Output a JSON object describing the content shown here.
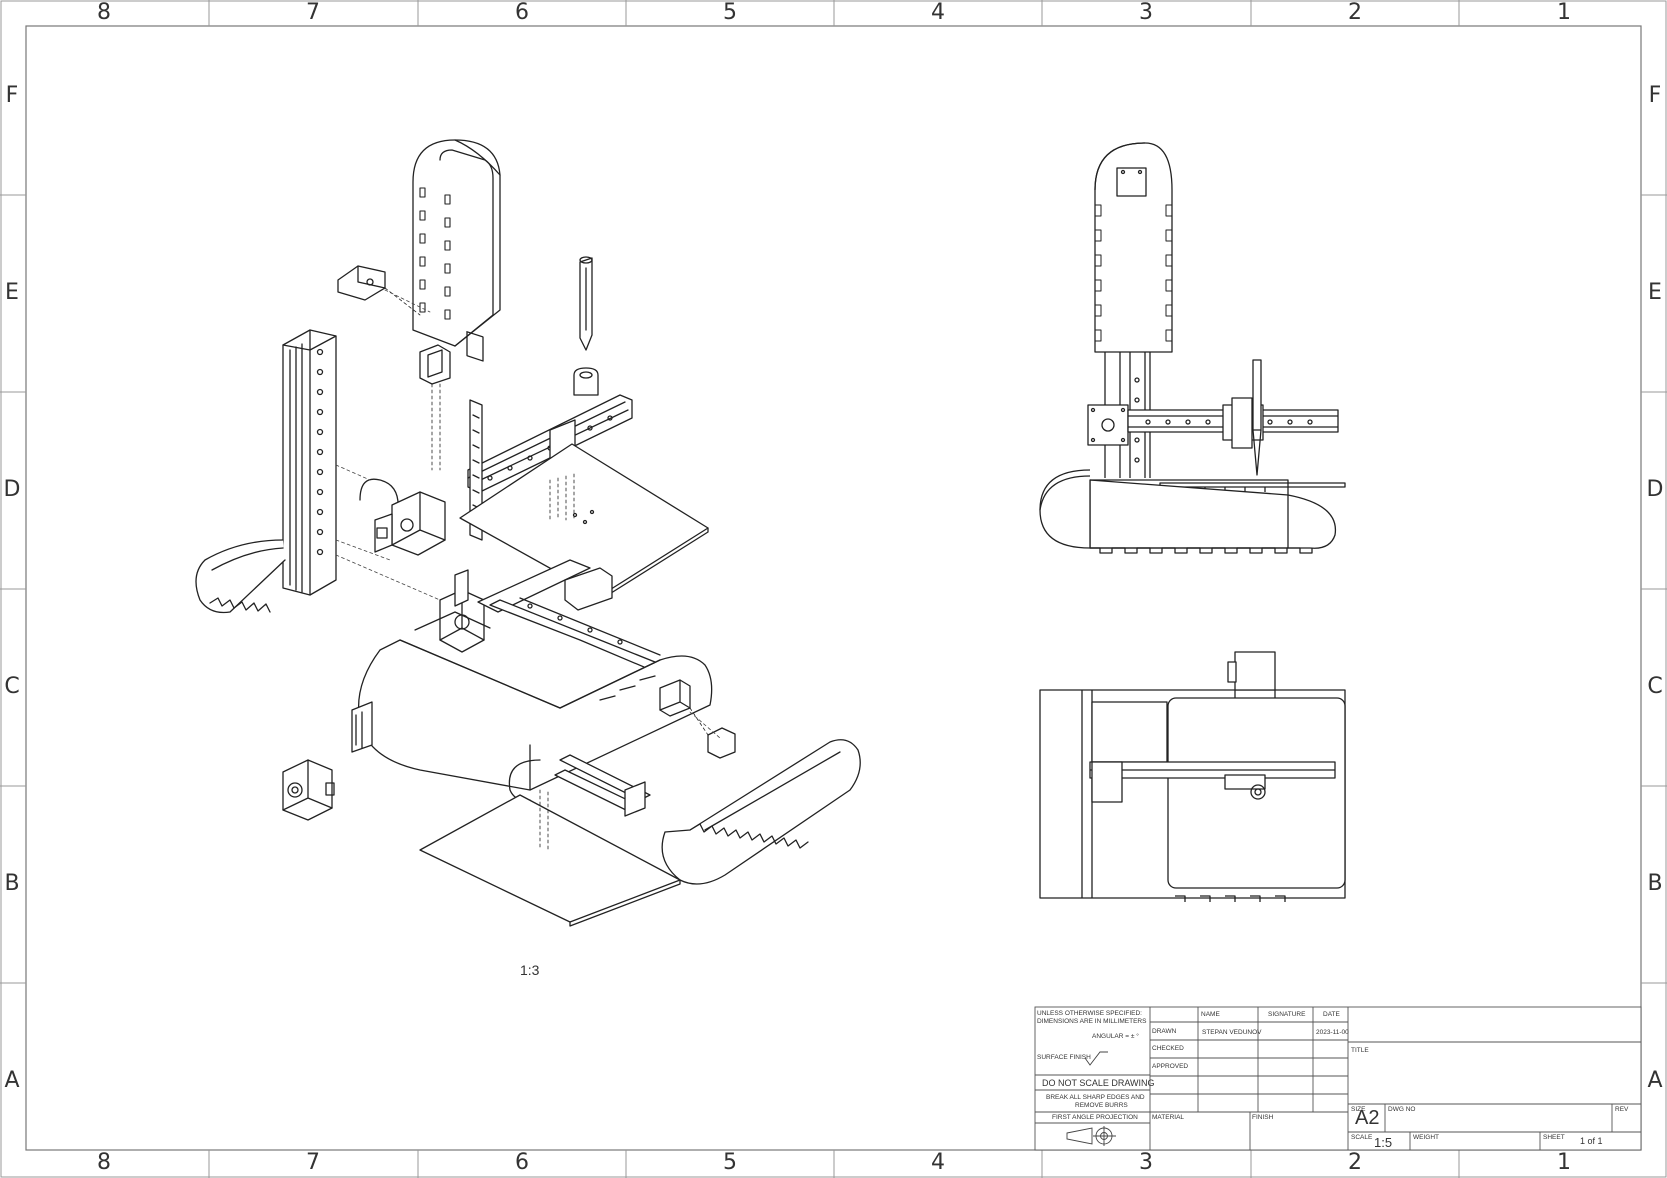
{
  "border": {
    "columns": [
      "8",
      "7",
      "6",
      "5",
      "4",
      "3",
      "2",
      "1"
    ],
    "rows": [
      "F",
      "E",
      "D",
      "C",
      "B",
      "A"
    ]
  },
  "views": {
    "iso_scale": "1:3"
  },
  "title_block": {
    "tolerance_note_1": "UNLESS OTHERWISE SPECIFIED:",
    "tolerance_note_2": "DIMENSIONS ARE IN MILLIMETERS",
    "angular": "ANGULAR = ± °",
    "surface_finish": "SURFACE FINISH",
    "do_not_scale": "DO NOT SCALE DRAWING",
    "break_edges_1": "BREAK ALL SHARP EDGES AND",
    "break_edges_2": "REMOVE BURRS",
    "projection": "FIRST ANGLE PROJECTION",
    "header_name": "NAME",
    "header_signature": "SIGNATURE",
    "header_date": "DATE",
    "row_drawn": "DRAWN",
    "row_checked": "CHECKED",
    "row_approved": "APPROVED",
    "drawn_name": "STEPAN VEDUNOV",
    "drawn_date": "2023-11-00",
    "material": "MATERIAL",
    "finish": "FINISH",
    "title_label": "TITLE",
    "size_label": "SIZE",
    "size_value": "A2",
    "dwg_no_label": "DWG NO",
    "rev_label": "REV",
    "scale_label": "SCALE",
    "scale_value": "1:5",
    "weight_label": "WEIGHT",
    "sheet_label": "SHEET",
    "sheet_value": "1 of 1"
  }
}
